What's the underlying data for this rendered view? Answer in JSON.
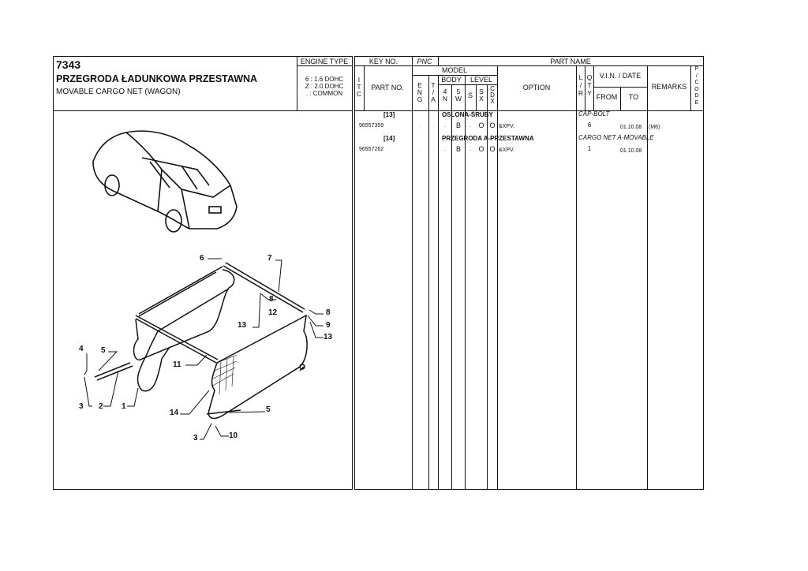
{
  "header": {
    "group_code": "7343",
    "title_pl": "PRZEGRODA ŁADUNKOWA PRZESTAWNA",
    "title_en": "MOVABLE CARGO NET (WAGON)",
    "engine_type_label": "ENGINE TYPE",
    "engine_types": [
      "6 : 1.6 DOHC",
      "Z : 2.0 DOHC",
      ". : COMMON"
    ]
  },
  "table_header": {
    "key_no": "KEY NO.",
    "pnc": "PNC",
    "part_name": "PART NAME",
    "itc": [
      "I",
      "T",
      "C"
    ],
    "part_no": "PART NO.",
    "model": "MODEL",
    "eng": [
      "E",
      "N",
      "G"
    ],
    "ta": [
      "T",
      "/",
      "A"
    ],
    "body": "BODY",
    "level": "LEVEL",
    "body_4n": [
      "4",
      "N"
    ],
    "body_5w": [
      "5",
      "W"
    ],
    "level_s": "S",
    "level_sx": [
      "S",
      "X"
    ],
    "level_cdx": [
      "C",
      "D",
      "X"
    ],
    "option": "OPTION",
    "lr": [
      "L",
      "/",
      "R"
    ],
    "qty": [
      "Q",
      "T",
      "Y"
    ],
    "vin_date": "V.I.N. / DATE",
    "from": "FROM",
    "to": "TO",
    "remarks": "REMARKS",
    "pcode": [
      "P",
      "/",
      "C",
      "O",
      "D",
      "E"
    ]
  },
  "rows": [
    {
      "key": "[13]",
      "part_no": "96557359",
      "name_pl": "OSLONA-ŚRUBY",
      "name_en": "CAP-BOLT",
      "eng": ".",
      "ta": ".",
      "n4": ".",
      "w5": "B",
      "s": ".",
      "sx": "O",
      "cdx": "O",
      "option": "&XPV.",
      "qty": "6",
      "from": "01.10.08",
      "remarks": "(M6)"
    },
    {
      "key": "[14]",
      "part_no": "96557262",
      "name_pl": "PRZEGRODA A-PRZESTAWNA",
      "name_en": "CARGO NET A-MOVABLE",
      "eng": ".",
      "ta": ".",
      "n4": ".",
      "w5": "B",
      "s": ".",
      "sx": "O",
      "cdx": "O",
      "option": "&XPV.",
      "qty": "1",
      "from": "01.10.08",
      "remarks": ""
    }
  ],
  "callouts": [
    "6",
    "7",
    "8",
    "12",
    "8",
    "13",
    "9",
    "13",
    "4",
    "5",
    "11",
    "3",
    "2",
    "1",
    "14",
    "5",
    "3",
    "10"
  ]
}
